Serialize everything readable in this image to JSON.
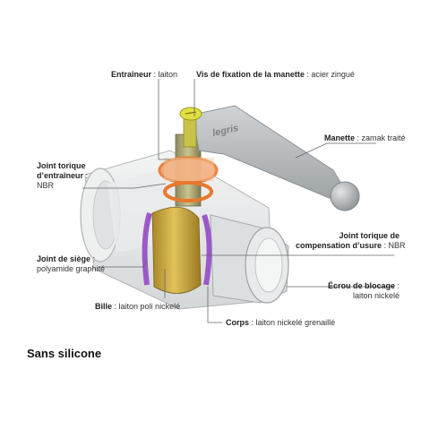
{
  "labels": {
    "entraineur": {
      "name": "Entraîneur",
      "sep": " : ",
      "value": "laiton"
    },
    "vis": {
      "name": "Vis de fixation de la manette",
      "sep": " : ",
      "value": "acier zingué"
    },
    "manette": {
      "name": "Manette",
      "sep": " : ",
      "value": "zamak traité"
    },
    "joint_entraineur": {
      "name_line1": "Joint torique",
      "name_line2": "d’entraîneur",
      "sep": " :",
      "value": "NBR"
    },
    "joint_compensation": {
      "name_line1": "Joint torique de",
      "name_line2": "compensation d’usure",
      "sep": " : ",
      "value": "NBR"
    },
    "joint_siege": {
      "name": "Joint de siège",
      "sep": " :",
      "value": "polyamide graphité"
    },
    "ecrou": {
      "name": "Écrou de blocage",
      "sep": " :",
      "value": "laiton nickelé"
    },
    "bille": {
      "name": "Bille",
      "sep": " : ",
      "value": "laiton poli nickelé"
    },
    "corps": {
      "name": "Corps",
      "sep": " : ",
      "value": "laiton nickelé grenaillé"
    }
  },
  "brand": "legris",
  "caption": "Sans silicone",
  "colors": {
    "body_fill": "#e6e8e8",
    "body_stroke": "#a9aeb0",
    "ball_brass": "#c8a53a",
    "seal_purple": "#9b59c8",
    "oring_orange": "#e8782e",
    "handle_grey": "#b8bcbe",
    "screw_yellow": "#e0e040",
    "leader_line": "#666666"
  }
}
